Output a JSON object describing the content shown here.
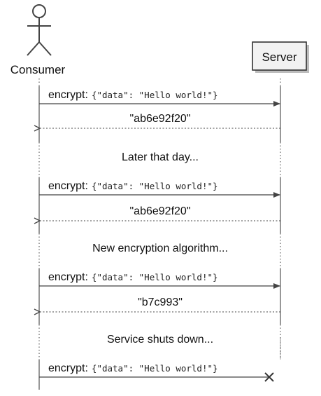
{
  "participants": {
    "consumer": "Consumer",
    "server": "Server"
  },
  "events": [
    {
      "kind": "request",
      "label": "encrypt:",
      "payload": "{\"data\": \"Hello world!\"}"
    },
    {
      "kind": "response",
      "label": "\"ab6e92f20\""
    },
    {
      "kind": "divider",
      "label": "Later that day..."
    },
    {
      "kind": "request",
      "label": "encrypt:",
      "payload": "{\"data\": \"Hello world!\"}"
    },
    {
      "kind": "response",
      "label": "\"ab6e92f20\""
    },
    {
      "kind": "divider",
      "label": "New encryption algorithm..."
    },
    {
      "kind": "request",
      "label": "encrypt:",
      "payload": "{\"data\": \"Hello world!\"}"
    },
    {
      "kind": "response",
      "label": "\"b7c993\""
    },
    {
      "kind": "divider",
      "label": "Service shuts down..."
    },
    {
      "kind": "lost",
      "label": "encrypt:",
      "payload": "{\"data\": \"Hello world!\"}"
    }
  ],
  "colors": {
    "line": "#444444",
    "box_fill": "#f2f2f2",
    "text": "#111111"
  }
}
